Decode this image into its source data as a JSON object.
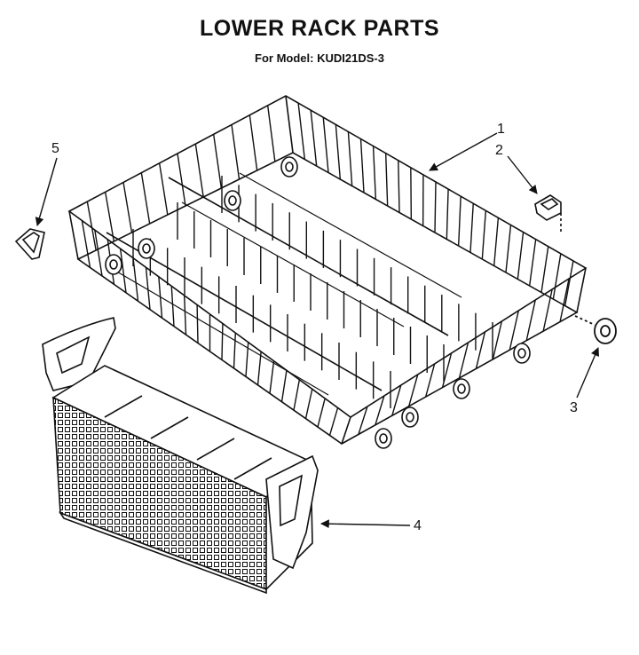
{
  "header": {
    "title": "LOWER RACK PARTS",
    "subtitle": "For Model: KUDI21DS-3"
  },
  "callouts": [
    {
      "id": "1",
      "label": "1"
    },
    {
      "id": "2",
      "label": "2"
    },
    {
      "id": "3",
      "label": "3"
    },
    {
      "id": "4",
      "label": "4"
    },
    {
      "id": "5",
      "label": "5"
    }
  ]
}
